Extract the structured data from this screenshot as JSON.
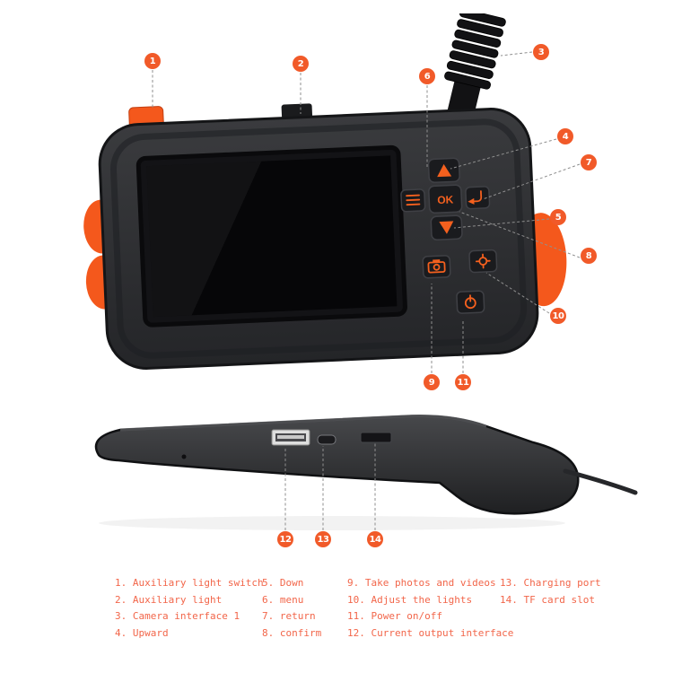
{
  "colors": {
    "accent": "#f15a29",
    "legend_text": "#f2664a",
    "device_body": "#2c2d2f",
    "bumper_orange": "#f4581c"
  },
  "callout_numbers": [
    "1",
    "2",
    "3",
    "4",
    "5",
    "6",
    "7",
    "8",
    "9",
    "10",
    "11",
    "12",
    "13",
    "14"
  ],
  "device": {
    "ok_label": "OK",
    "buttons": [
      {
        "name": "upward",
        "icon": "arrow-up-icon"
      },
      {
        "name": "menu",
        "icon": "menu-icon"
      },
      {
        "name": "confirm",
        "icon": "ok-label"
      },
      {
        "name": "return",
        "icon": "return-arrow-icon"
      },
      {
        "name": "down",
        "icon": "arrow-down-icon"
      },
      {
        "name": "take-photos-videos",
        "icon": "camera-icon"
      },
      {
        "name": "adjust-lights",
        "icon": "light-icon"
      },
      {
        "name": "power",
        "icon": "power-icon"
      }
    ],
    "ports": [
      {
        "name": "current-output-interface",
        "icon": "usb-a-port"
      },
      {
        "name": "charging-port",
        "icon": "micro-usb-port"
      },
      {
        "name": "tf-card-slot",
        "icon": "tf-slot"
      }
    ]
  },
  "legend": {
    "columns": [
      {
        "items": [
          "1. Auxiliary light switch",
          "2. Auxiliary light",
          "3. Camera interface 1",
          "4. Upward"
        ]
      },
      {
        "items": [
          "5. Down",
          "6. menu",
          "7. return",
          "8. confirm"
        ]
      },
      {
        "items": [
          "9. Take photos and videos",
          "10. Adjust the lights",
          "11. Power on/off",
          "12. Current output interface"
        ]
      },
      {
        "items": [
          "13. Charging port",
          "14. TF card slot"
        ]
      }
    ]
  }
}
